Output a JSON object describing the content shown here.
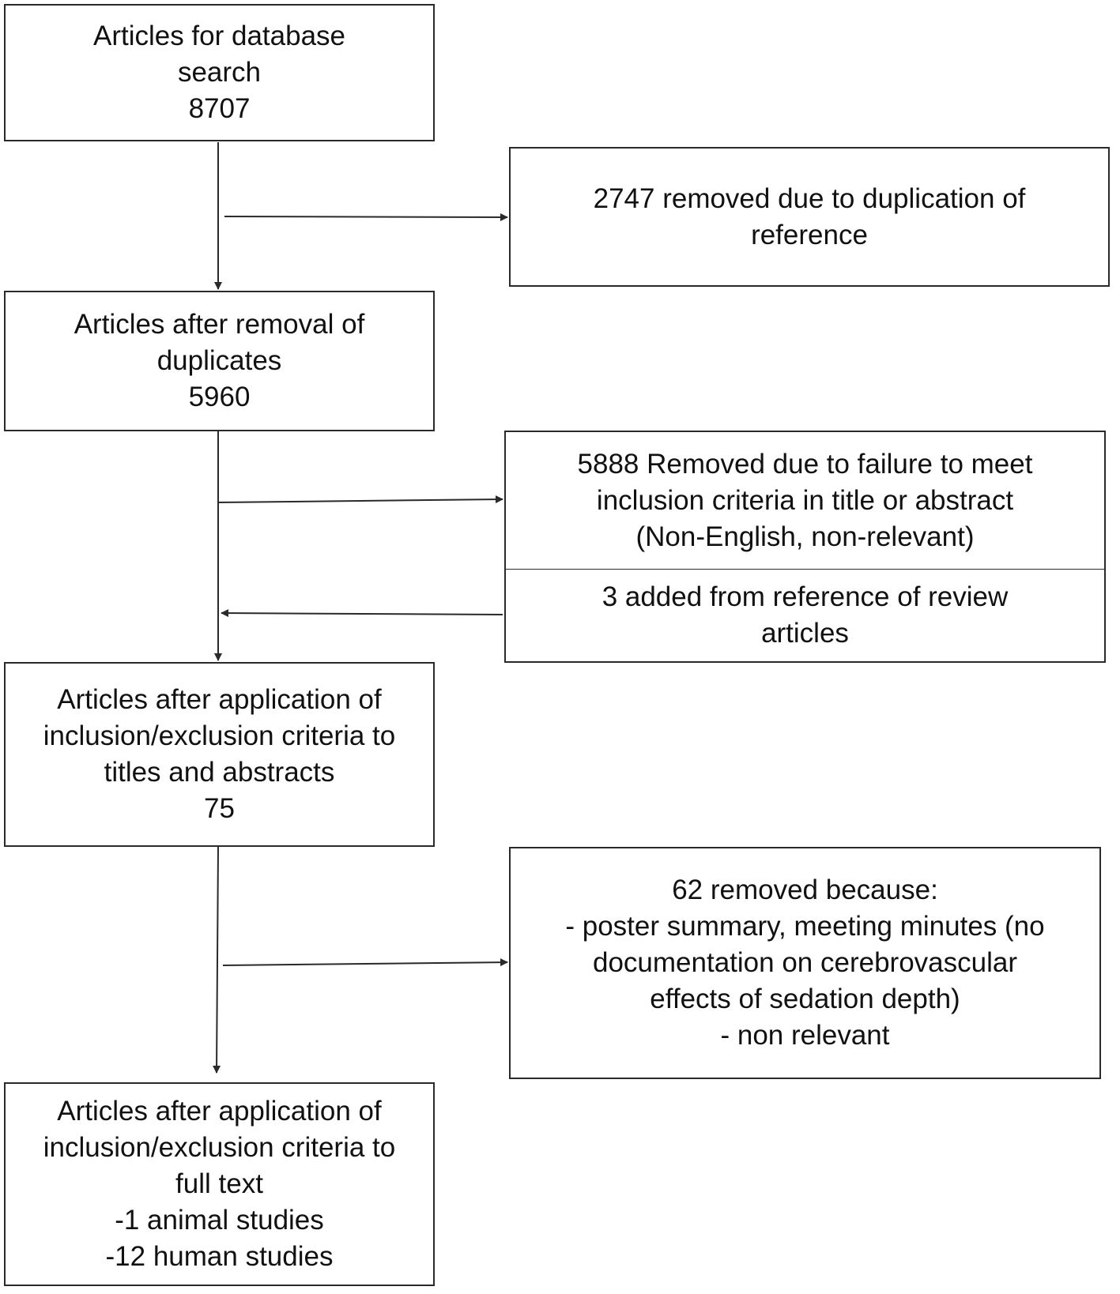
{
  "nodes": {
    "database_search": {
      "lines": [
        "Articles for database",
        "search",
        "8707"
      ]
    },
    "duplicates_removed": {
      "lines": [
        "2747 removed due to duplication of",
        "reference"
      ]
    },
    "after_dedup": {
      "lines": [
        "Articles after removal of",
        "duplicates",
        "5960"
      ]
    },
    "criteria_removed": {
      "lines": [
        "5888 Removed due to failure to meet",
        "inclusion criteria in title or abstract",
        "(Non-English, non-relevant)"
      ]
    },
    "added_from_review": {
      "lines": [
        "3  added from reference of review",
        "articles"
      ]
    },
    "after_title_abstract": {
      "lines": [
        "Articles after application of",
        "inclusion/exclusion criteria to",
        "titles and abstracts",
        "75"
      ]
    },
    "fulltext_removed": {
      "lines": [
        "62  removed because:",
        "-  poster summary, meeting minutes (no",
        "documentation on cerebrovascular",
        "effects of sedation depth)",
        "-  non relevant"
      ]
    },
    "final_included": {
      "lines": [
        "Articles after application of",
        "inclusion/exclusion criteria to",
        "full text",
        "-1 animal studies",
        "-12 human studies"
      ]
    }
  }
}
